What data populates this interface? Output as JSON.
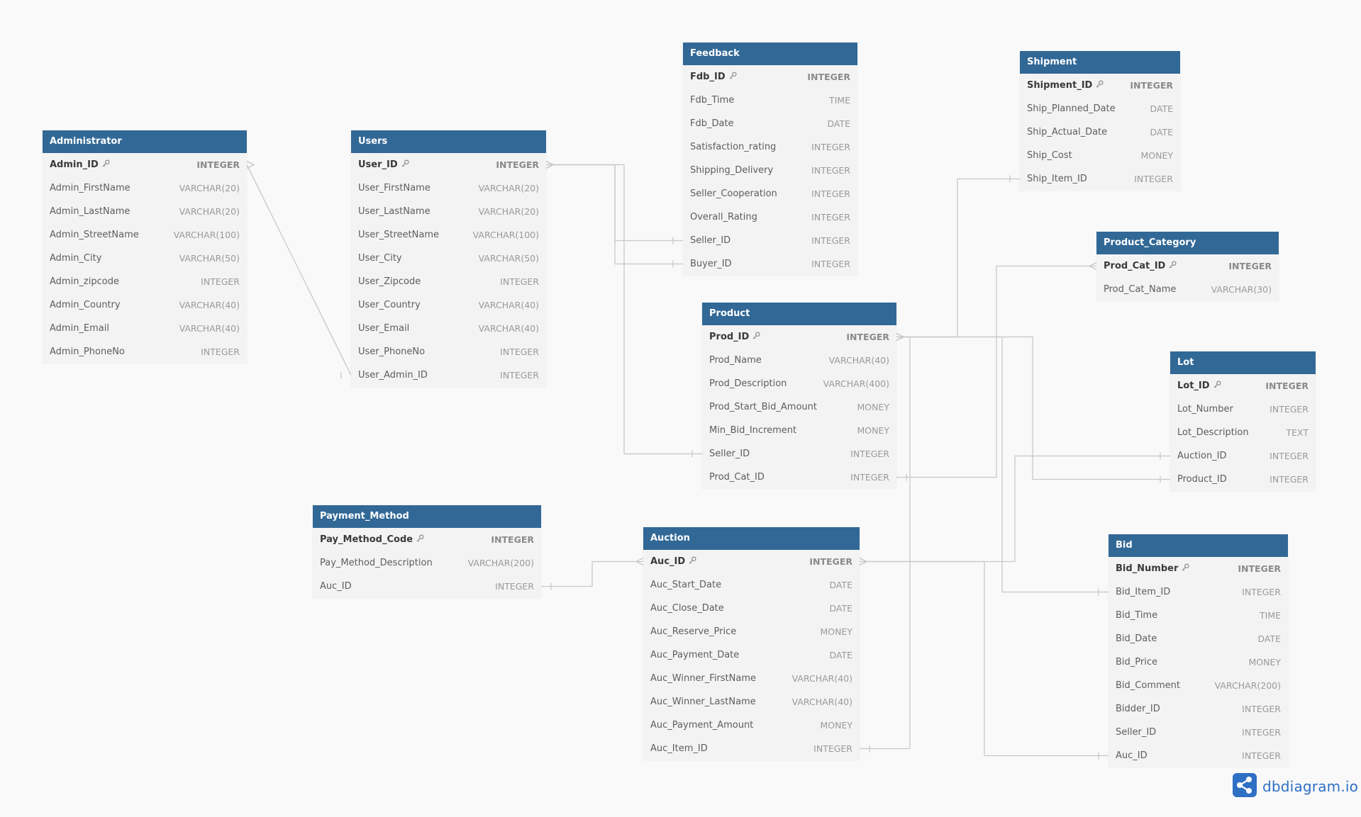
{
  "tables": [
    {
      "id": "administrator",
      "name": "Administrator",
      "fields": [
        {
          "name": "Admin_ID",
          "type": "INTEGER",
          "pk": true
        },
        {
          "name": "Admin_FirstName",
          "type": "VARCHAR(20)"
        },
        {
          "name": "Admin_LastName",
          "type": "VARCHAR(20)"
        },
        {
          "name": "Admin_StreetName",
          "type": "VARCHAR(100)"
        },
        {
          "name": "Admin_City",
          "type": "VARCHAR(50)"
        },
        {
          "name": "Admin_zipcode",
          "type": "INTEGER"
        },
        {
          "name": "Admin_Country",
          "type": "VARCHAR(40)"
        },
        {
          "name": "Admin_Email",
          "type": "VARCHAR(40)"
        },
        {
          "name": "Admin_PhoneNo",
          "type": "INTEGER"
        }
      ]
    },
    {
      "id": "users",
      "name": "Users",
      "fields": [
        {
          "name": "User_ID",
          "type": "INTEGER",
          "pk": true
        },
        {
          "name": "User_FirstName",
          "type": "VARCHAR(20)"
        },
        {
          "name": "User_LastName",
          "type": "VARCHAR(20)"
        },
        {
          "name": "User_StreetName",
          "type": "VARCHAR(100)"
        },
        {
          "name": "User_City",
          "type": "VARCHAR(50)"
        },
        {
          "name": "User_Zipcode",
          "type": "INTEGER"
        },
        {
          "name": "User_Country",
          "type": "VARCHAR(40)"
        },
        {
          "name": "User_Email",
          "type": "VARCHAR(40)"
        },
        {
          "name": "User_PhoneNo",
          "type": "INTEGER"
        },
        {
          "name": "User_Admin_ID",
          "type": "INTEGER"
        }
      ]
    },
    {
      "id": "feedback",
      "name": "Feedback",
      "fields": [
        {
          "name": "Fdb_ID",
          "type": "INTEGER",
          "pk": true
        },
        {
          "name": "Fdb_Time",
          "type": "TIME"
        },
        {
          "name": "Fdb_Date",
          "type": "DATE"
        },
        {
          "name": "Satisfaction_rating",
          "type": "INTEGER"
        },
        {
          "name": "Shipping_Delivery",
          "type": "INTEGER"
        },
        {
          "name": "Seller_Cooperation",
          "type": "INTEGER"
        },
        {
          "name": "Overall_Rating",
          "type": "INTEGER"
        },
        {
          "name": "Seller_ID",
          "type": "INTEGER"
        },
        {
          "name": "Buyer_ID",
          "type": "INTEGER"
        }
      ]
    },
    {
      "id": "shipment",
      "name": "Shipment",
      "fields": [
        {
          "name": "Shipment_ID",
          "type": "INTEGER",
          "pk": true
        },
        {
          "name": "Ship_Planned_Date",
          "type": "DATE"
        },
        {
          "name": "Ship_Actual_Date",
          "type": "DATE"
        },
        {
          "name": "Ship_Cost",
          "type": "MONEY"
        },
        {
          "name": "Ship_Item_ID",
          "type": "INTEGER"
        }
      ]
    },
    {
      "id": "product_category",
      "name": "Product_Category",
      "fields": [
        {
          "name": "Prod_Cat_ID",
          "type": "INTEGER",
          "pk": true
        },
        {
          "name": "Prod_Cat_Name",
          "type": "VARCHAR(30)"
        }
      ]
    },
    {
      "id": "product",
      "name": "Product",
      "fields": [
        {
          "name": "Prod_ID",
          "type": "INTEGER",
          "pk": true
        },
        {
          "name": "Prod_Name",
          "type": "VARCHAR(40)"
        },
        {
          "name": "Prod_Description",
          "type": "VARCHAR(400)"
        },
        {
          "name": "Prod_Start_Bid_Amount",
          "type": "MONEY"
        },
        {
          "name": "Min_Bid_Increment",
          "type": "MONEY"
        },
        {
          "name": "Seller_ID",
          "type": "INTEGER"
        },
        {
          "name": "Prod_Cat_ID",
          "type": "INTEGER"
        }
      ]
    },
    {
      "id": "lot",
      "name": "Lot",
      "fields": [
        {
          "name": "Lot_ID",
          "type": "INTEGER",
          "pk": true
        },
        {
          "name": "Lot_Number",
          "type": "INTEGER"
        },
        {
          "name": "Lot_Description",
          "type": "TEXT"
        },
        {
          "name": "Auction_ID",
          "type": "INTEGER"
        },
        {
          "name": "Product_ID",
          "type": "INTEGER"
        }
      ]
    },
    {
      "id": "payment_method",
      "name": "Payment_Method",
      "fields": [
        {
          "name": "Pay_Method_Code",
          "type": "INTEGER",
          "pk": true
        },
        {
          "name": "Pay_Method_Description",
          "type": "VARCHAR(200)"
        },
        {
          "name": "Auc_ID",
          "type": "INTEGER"
        }
      ]
    },
    {
      "id": "auction",
      "name": "Auction",
      "fields": [
        {
          "name": "Auc_ID",
          "type": "INTEGER",
          "pk": true
        },
        {
          "name": "Auc_Start_Date",
          "type": "DATE"
        },
        {
          "name": "Auc_Close_Date",
          "type": "DATE"
        },
        {
          "name": "Auc_Reserve_Price",
          "type": "MONEY"
        },
        {
          "name": "Auc_Payment_Date",
          "type": "DATE"
        },
        {
          "name": "Auc_Winner_FirstName",
          "type": "VARCHAR(40)"
        },
        {
          "name": "Auc_Winner_LastName",
          "type": "VARCHAR(40)"
        },
        {
          "name": "Auc_Payment_Amount",
          "type": "MONEY"
        },
        {
          "name": "Auc_Item_ID",
          "type": "INTEGER"
        }
      ]
    },
    {
      "id": "bid",
      "name": "Bid",
      "fields": [
        {
          "name": "Bid_Number",
          "type": "INTEGER",
          "pk": true
        },
        {
          "name": "Bid_Item_ID",
          "type": "INTEGER"
        },
        {
          "name": "Bid_Time",
          "type": "TIME"
        },
        {
          "name": "Bid_Date",
          "type": "DATE"
        },
        {
          "name": "Bid_Price",
          "type": "MONEY"
        },
        {
          "name": "Bid_Comment",
          "type": "VARCHAR(200)"
        },
        {
          "name": "Bidder_ID",
          "type": "INTEGER"
        },
        {
          "name": "Seller_ID",
          "type": "INTEGER"
        },
        {
          "name": "Auc_ID",
          "type": "INTEGER"
        }
      ]
    }
  ],
  "relationships": [
    {
      "from": "administrator.Admin_ID",
      "to": "users.User_Admin_ID"
    },
    {
      "from": "users.User_ID",
      "to": "feedback.Seller_ID"
    },
    {
      "from": "users.User_ID",
      "to": "feedback.Buyer_ID"
    },
    {
      "from": "users.User_ID",
      "to": "product.Seller_ID"
    },
    {
      "from": "product.Prod_ID",
      "to": "shipment.Ship_Item_ID"
    },
    {
      "from": "product_category.Prod_Cat_ID",
      "to": "product.Prod_Cat_ID"
    },
    {
      "from": "product.Prod_ID",
      "to": "lot.Product_ID"
    },
    {
      "from": "product.Prod_ID",
      "to": "bid.Bid_Item_ID"
    },
    {
      "from": "product.Prod_ID",
      "to": "auction.Auc_Item_ID"
    },
    {
      "from": "auction.Auc_ID",
      "to": "lot.Auction_ID"
    },
    {
      "from": "auction.Auc_ID",
      "to": "payment_method.Auc_ID"
    },
    {
      "from": "auction.Auc_ID",
      "to": "bid.Auc_ID"
    }
  ],
  "branding": {
    "text": "dbdiagram.io",
    "logo_icon": "dbdiagram-share-logo-icon",
    "accent": "#2f6fc4"
  },
  "colors": {
    "header": "#316896",
    "canvas": "#f9f9fa",
    "table_body": "#f3f3f3",
    "line": "#c8c8c8"
  }
}
